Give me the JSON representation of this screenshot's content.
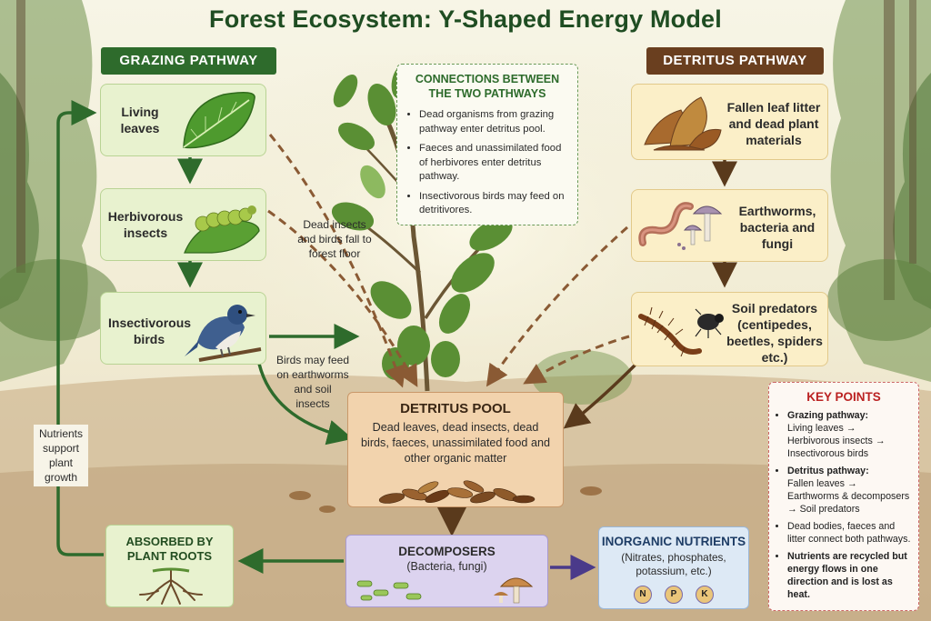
{
  "title": "Forest Ecosystem: Y-Shaped Energy Model",
  "grazing": {
    "header": "GRAZING PATHWAY",
    "steps": [
      "Living leaves",
      "Herbivorous insects",
      "Insectivorous birds"
    ]
  },
  "detritus": {
    "header": "DETRITUS PATHWAY",
    "steps": [
      "Fallen leaf litter and dead plant materials",
      "Earthworms, bacteria and fungi",
      "Soil predators (centipedes, beetles, spiders etc.)"
    ]
  },
  "connections": {
    "title": "CONNECTIONS BETWEEN THE TWO PATHWAYS",
    "items": [
      "Dead organisms from grazing pathway enter detritus pool.",
      "Faeces and unassimilated food of herbivores enter detritus pathway.",
      "Insectivorous birds may feed on detritivores."
    ]
  },
  "annotations": {
    "dead_insects": "Dead insects and birds fall to forest floor",
    "birds_feed": "Birds may feed on earthworms and soil insects",
    "nutrients": "Nutrients support plant growth"
  },
  "pool": {
    "title": "DETRITUS POOL",
    "text": "Dead leaves, dead insects, dead birds, faeces, unassimilated food and other organic matter"
  },
  "decomposers": {
    "title": "DECOMPOSERS",
    "text": "(Bacteria, fungi)"
  },
  "inorganic": {
    "title": "INORGANIC NUTRIENTS",
    "text": "(Nitrates, phosphates, potassium, etc.)",
    "chips": [
      "N",
      "P",
      "K"
    ]
  },
  "roots": {
    "title": "ABSORBED BY PLANT ROOTS"
  },
  "key_points": {
    "title": "KEY POINTS",
    "items": [
      {
        "bold": "Grazing pathway:",
        "text": "Living leaves → Herbivorous insects → Insectivorous birds"
      },
      {
        "bold": "Detritus pathway:",
        "text": "Fallen leaves → Earthworms & decomposers → Soil predators"
      },
      {
        "bold": "",
        "text": "Dead bodies, faeces and litter connect both pathways."
      },
      {
        "bold": "",
        "text": "Nutrients are recycled but energy flows in one direction and is lost as heat."
      }
    ]
  },
  "colors": {
    "grazing": "#2e6b2c",
    "detritus": "#6a3f1f",
    "pool": "#f2d3ad",
    "decomposers": "#dcd3ef",
    "inorganic": "#dde9f5",
    "key_points": "#b22222"
  }
}
